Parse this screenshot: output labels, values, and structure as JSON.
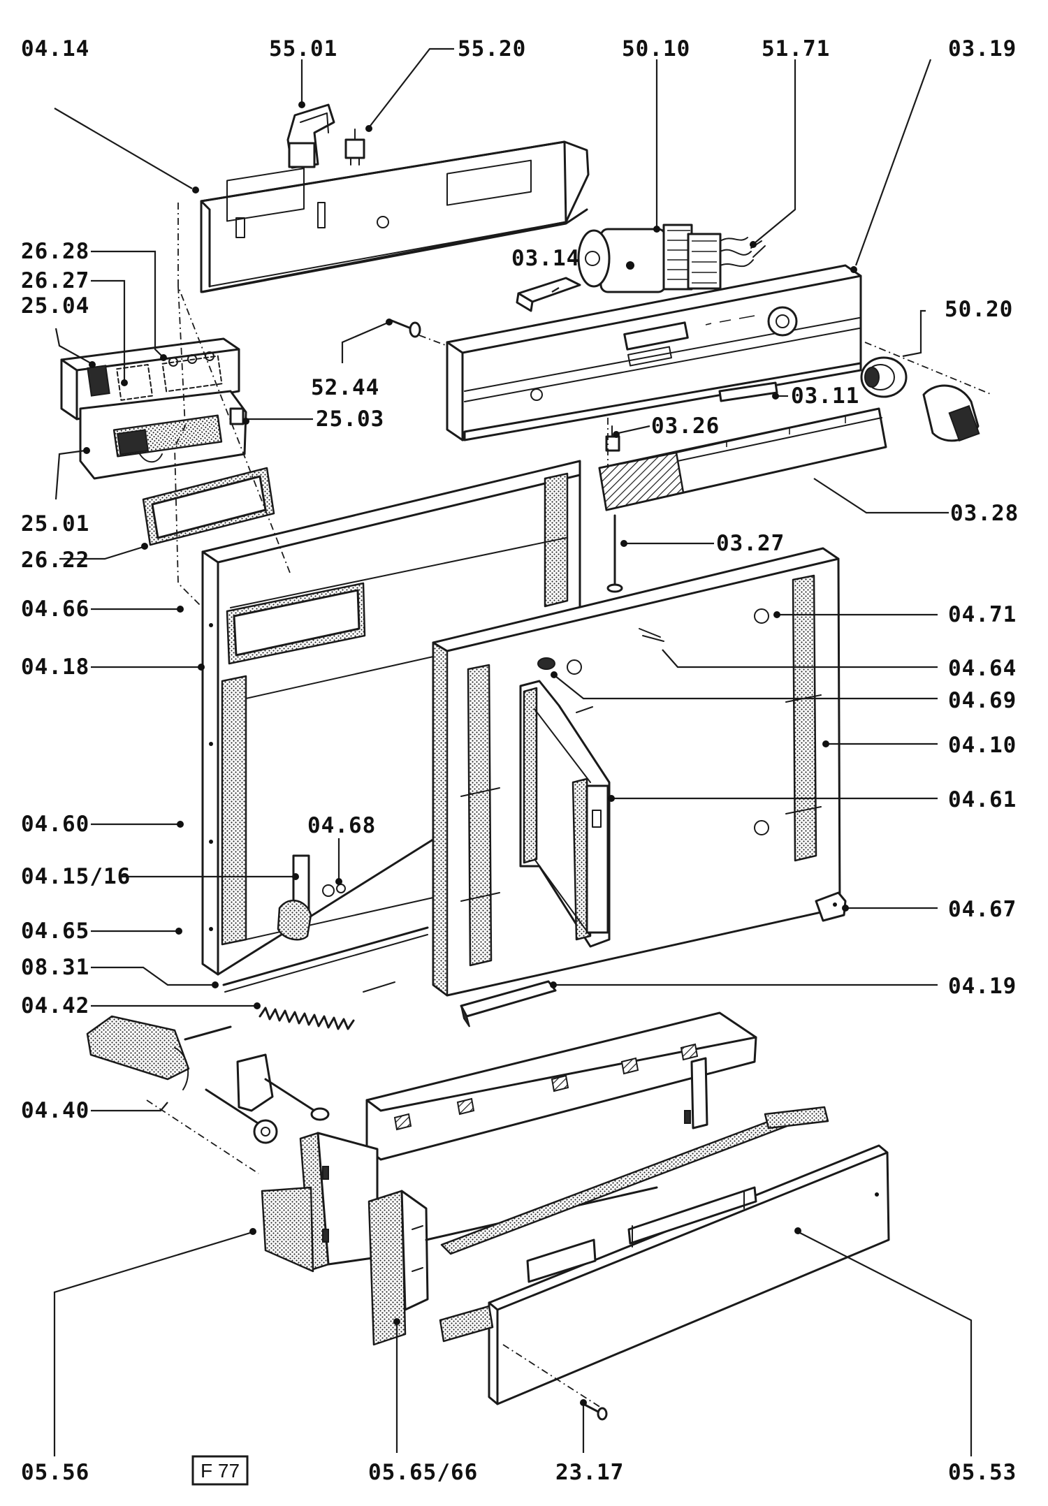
{
  "diagram": {
    "callouts": [
      {
        "id": "c-0414",
        "label": "04.14"
      },
      {
        "id": "c-5501",
        "label": "55.01"
      },
      {
        "id": "c-5520",
        "label": "55.20"
      },
      {
        "id": "c-5010",
        "label": "50.10"
      },
      {
        "id": "c-5171",
        "label": "51.71"
      },
      {
        "id": "c-0319",
        "label": "03.19"
      },
      {
        "id": "c-2628",
        "label": "26.28"
      },
      {
        "id": "c-2627",
        "label": "26.27"
      },
      {
        "id": "c-2504",
        "label": "25.04"
      },
      {
        "id": "c-0314",
        "label": "03.14"
      },
      {
        "id": "c-5020",
        "label": "50.20"
      },
      {
        "id": "c-5244",
        "label": "52.44"
      },
      {
        "id": "c-0311",
        "label": "03.11"
      },
      {
        "id": "c-2503",
        "label": "25.03"
      },
      {
        "id": "c-0326",
        "label": "03.26"
      },
      {
        "id": "c-2501",
        "label": "25.01"
      },
      {
        "id": "c-0328",
        "label": "03.28"
      },
      {
        "id": "c-2622",
        "label": "26.22"
      },
      {
        "id": "c-0327",
        "label": "03.27"
      },
      {
        "id": "c-0466",
        "label": "04.66"
      },
      {
        "id": "c-0471",
        "label": "04.71"
      },
      {
        "id": "c-0418",
        "label": "04.18"
      },
      {
        "id": "c-0464",
        "label": "04.64"
      },
      {
        "id": "c-0469",
        "label": "04.69"
      },
      {
        "id": "c-0410",
        "label": "04.10"
      },
      {
        "id": "c-0461",
        "label": "04.61"
      },
      {
        "id": "c-0460",
        "label": "04.60"
      },
      {
        "id": "c-0468",
        "label": "04.68"
      },
      {
        "id": "c-041516",
        "label": "04.15/16"
      },
      {
        "id": "c-0467",
        "label": "04.67"
      },
      {
        "id": "c-0465",
        "label": "04.65"
      },
      {
        "id": "c-0831",
        "label": "08.31"
      },
      {
        "id": "c-0419",
        "label": "04.19"
      },
      {
        "id": "c-0442",
        "label": "04.42"
      },
      {
        "id": "c-0440",
        "label": "04.40"
      },
      {
        "id": "c-0556",
        "label": "05.56"
      },
      {
        "id": "c-056566",
        "label": "05.65/66"
      },
      {
        "id": "c-2317",
        "label": "23.17"
      },
      {
        "id": "c-0553",
        "label": "05.53"
      }
    ],
    "figure_badge": "F 77"
  }
}
